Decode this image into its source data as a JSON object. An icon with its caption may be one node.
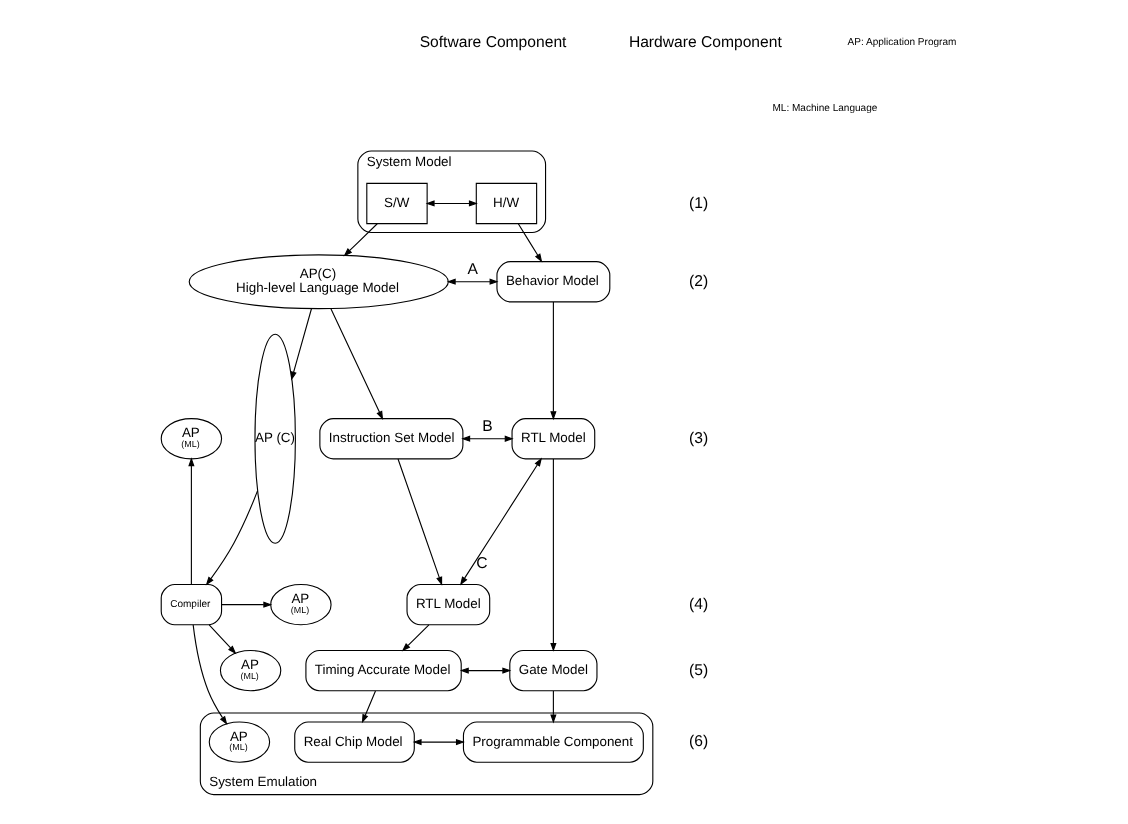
{
  "diagram": {
    "nodes": [
      {
        "text": [
          "System Model"
        ]
      },
      {
        "text": [
          "S/W"
        ],
        "in": 0
      },
      {
        "text": [
          "H/W"
        ],
        "in": 0
      },
      {
        "text": [
          "AP(C)",
          "High-level Language Model"
        ]
      },
      {
        "text": [
          "Behavior Model"
        ]
      },
      {
        "text": [
          "AP",
          "(ML)"
        ]
      },
      {
        "text": [
          "Instruction Set Model"
        ]
      },
      {
        "text": [
          "RTL Model"
        ]
      },
      {
        "text": [
          "AP (C)"
        ]
      },
      {
        "text": [
          "Compiler"
        ]
      },
      {
        "text": [
          "AP",
          "(ML)"
        ]
      },
      {
        "text": [
          "RTL Model"
        ]
      },
      {
        "text": [
          "AP",
          "(ML)"
        ]
      },
      {
        "text": [
          "Timing Accurate Model"
        ]
      },
      {
        "text": [
          "Gate Model"
        ]
      },
      {
        "text": [
          "System Emulation"
        ]
      },
      {
        "text": [
          "AP",
          "(ML)"
        ],
        "in": 15
      },
      {
        "text": [
          "Real Chip Model"
        ],
        "in": 15
      },
      {
        "text": [
          "Programmable Component"
        ],
        "in": 15
      }
    ],
    "edges": [
      {
        "from": 1,
        "to": 2,
        "arrow": "both"
      },
      {
        "from": 1,
        "to": 3,
        "arrow": "to"
      },
      {
        "from": 2,
        "to": 4,
        "arrow": "to"
      },
      {
        "from": 3,
        "to": 4,
        "arrow": "both",
        "label": "A"
      },
      {
        "from": 3,
        "to": 8,
        "arrow": "to"
      },
      {
        "from": 3,
        "to": 6,
        "arrow": "to"
      },
      {
        "from": 6,
        "to": 7,
        "arrow": "both",
        "label": "B"
      },
      {
        "from": 11,
        "to": 7,
        "arrow": "both",
        "label": "C"
      },
      {
        "from": 4,
        "to": 7,
        "arrow": "to"
      },
      {
        "from": 8,
        "to": 9,
        "arrow": "to"
      },
      {
        "from": 9,
        "to": 5,
        "arrow": "to"
      },
      {
        "from": 9,
        "to": 10,
        "arrow": "to"
      },
      {
        "from": 9,
        "to": 12,
        "arrow": "to"
      },
      {
        "from": 9,
        "to": 16,
        "arrow": "to"
      },
      {
        "from": 6,
        "to": 11,
        "arrow": "to"
      },
      {
        "from": 11,
        "to": 13,
        "arrow": "to"
      },
      {
        "from": 7,
        "to": 14,
        "arrow": "to"
      },
      {
        "from": 13,
        "to": 14,
        "arrow": "both"
      },
      {
        "from": 13,
        "to": 17,
        "arrow": "to"
      },
      {
        "from": 14,
        "to": 18,
        "arrow": "to"
      },
      {
        "from": 17,
        "to": 18,
        "arrow": "both"
      }
    ],
    "labels": [
      "Software Component",
      "Hardware Component",
      "AP: Application Program",
      "ML: Machine Language",
      "(1)",
      "(2)",
      "(3)",
      "(4)",
      "(5)",
      "(6)"
    ]
  }
}
